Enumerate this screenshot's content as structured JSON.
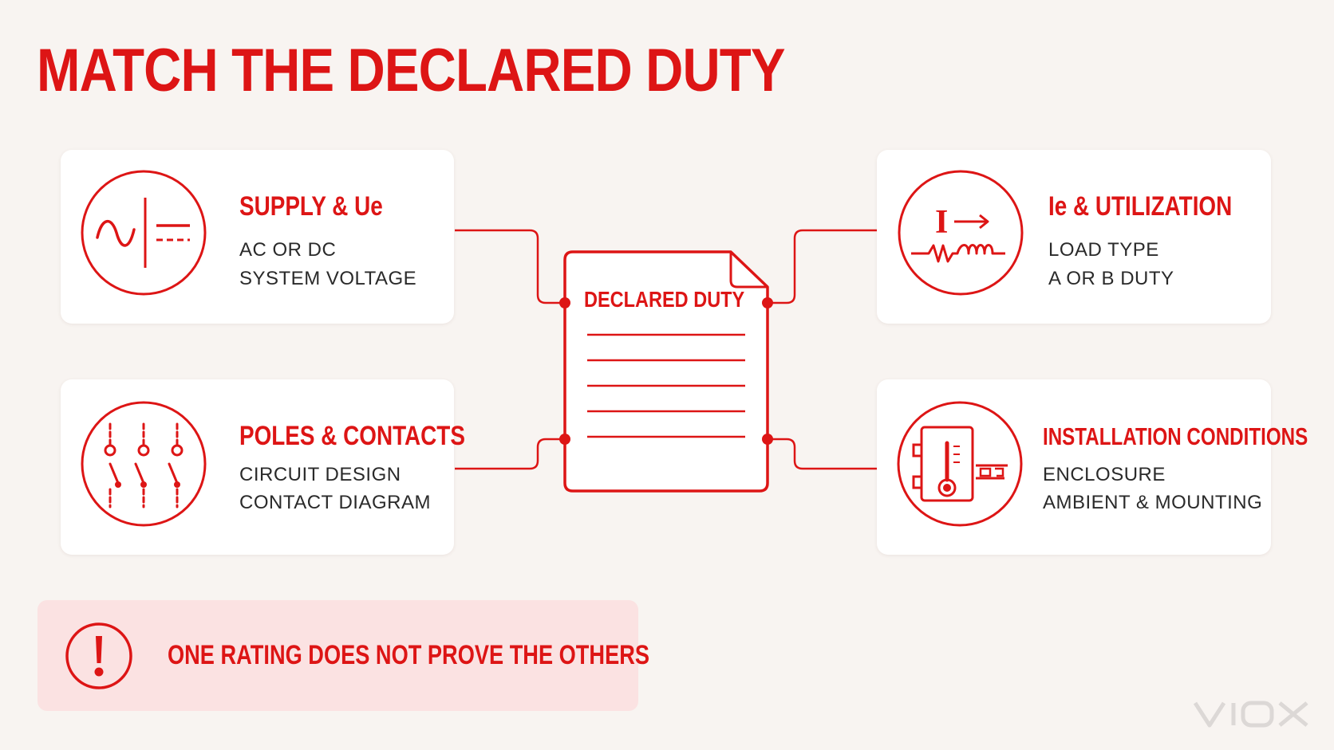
{
  "title": "MATCH THE DECLARED DUTY",
  "center_document": {
    "title": "DECLARED DUTY"
  },
  "cards": {
    "supply": {
      "title": "SUPPLY & Ue",
      "line1": "AC OR DC",
      "line2": "SYSTEM VOLTAGE",
      "icon": "ac-dc-supply-icon"
    },
    "poles": {
      "title": "POLES & CONTACTS",
      "line1": "CIRCUIT DESIGN",
      "line2": "CONTACT DIAGRAM",
      "icon": "switch-contacts-icon"
    },
    "utilization": {
      "title": "Ie & UTILIZATION",
      "line1": "LOAD TYPE",
      "line2": "A OR B DUTY",
      "icon": "current-load-icon",
      "icon_glyph": "I"
    },
    "installation": {
      "title": "INSTALLATION CONDITIONS",
      "line1": "ENCLOSURE",
      "line2": "AMBIENT & MOUNTING",
      "icon": "enclosure-thermometer-icon"
    }
  },
  "warning": {
    "text": "ONE RATING DOES NOT PROVE THE OTHERS",
    "icon": "exclamation-icon"
  },
  "brand": {
    "logo": "VIOX"
  },
  "colors": {
    "accent": "#dd1515",
    "background": "#f8f4f1",
    "card": "#ffffff",
    "warning_bg": "#fbe2e2",
    "text": "#2a2a2a"
  }
}
